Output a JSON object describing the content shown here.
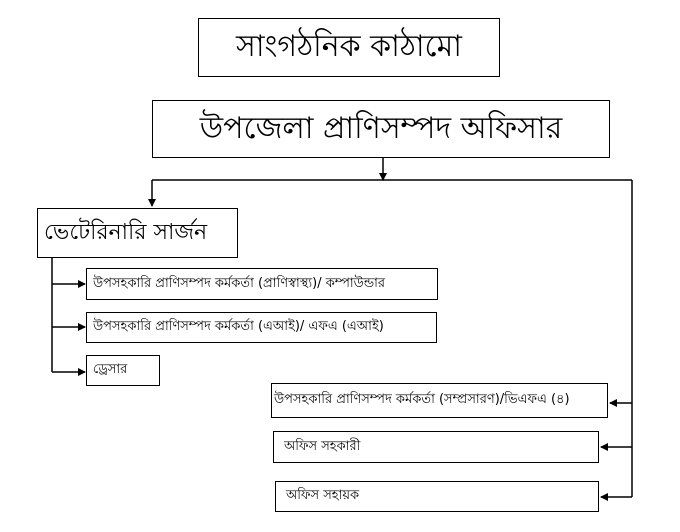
{
  "title": "সাংগঠনিক কাঠামো",
  "head": "উপজেলা প্রাণিসম্পদ অফিসার",
  "vet_surgeon": "ভেটেরিনারি সার্জন",
  "vet_children": [
    "উপসহকারি প্রাণিসম্পদ কর্মকর্তা (প্রাণিস্বাস্থ্য)/ কম্পাউন্ডার",
    "উপসহকারি প্রাণিসম্পদ কর্মকর্তা (এআই)/ এফএ (এআই)",
    "ড্রেসার"
  ],
  "right_children": [
    "উপসহকারি প্রাণিসম্পদ কর্মকর্তা (সম্প্রসারণ)/ভিএফএ (৪)",
    "অফিস সহকারী",
    "অফিস সহায়ক"
  ]
}
